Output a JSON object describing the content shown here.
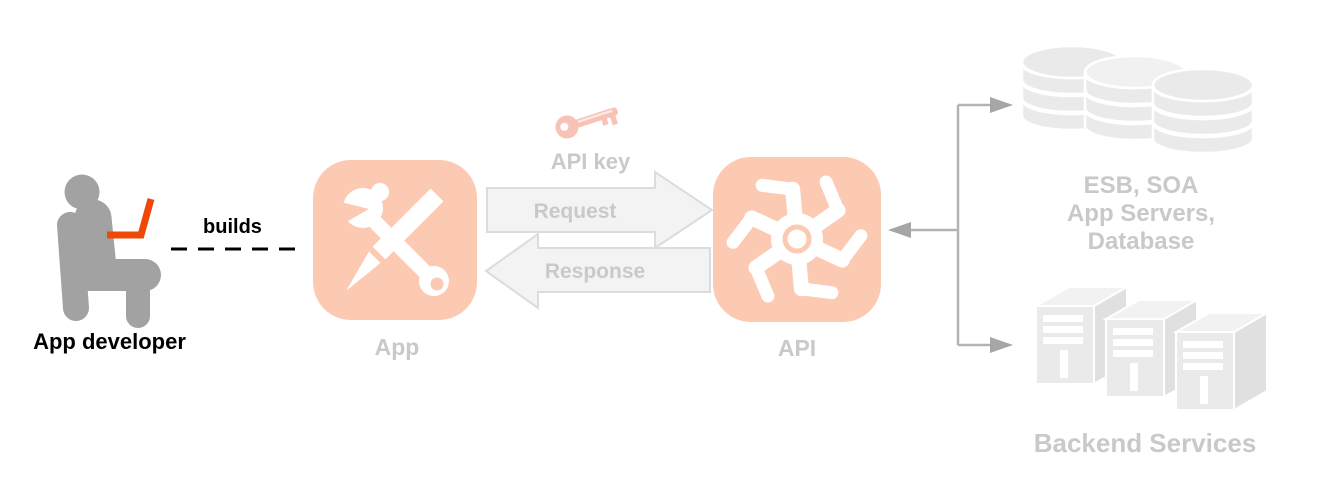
{
  "labels": {
    "developer": "App developer",
    "builds": "builds",
    "app": "App",
    "api": "API",
    "api_key": "API key",
    "request": "Request",
    "response": "Response",
    "backend_db_line1": "ESB, SOA",
    "backend_db_line2": "App Servers,",
    "backend_db_line3": "Database",
    "backend_services": "Backend Services"
  },
  "icons": {
    "developer": "person-at-laptop-icon",
    "app": "wrench-pencil-icon",
    "api_key": "key-icon",
    "api": "turbine-icon",
    "backend_db": "database-stack-icon",
    "backend_servers": "server-towers-icon"
  },
  "colors": {
    "icon_salmon": "#fcc9b2",
    "key_salmon": "#f8c3b6",
    "laptop_orange": "#f04808",
    "person_gray": "#a2a2a2",
    "connector_gray": "#b3b3b3",
    "arrowhead_gray": "#a6a6a6",
    "arrow_fill": "#f3f3f3",
    "arrow_border": "#dcdcdc",
    "asset_gray": "#eaeaea",
    "muted_text": "#c9c9c9",
    "text_black": "#000000"
  }
}
